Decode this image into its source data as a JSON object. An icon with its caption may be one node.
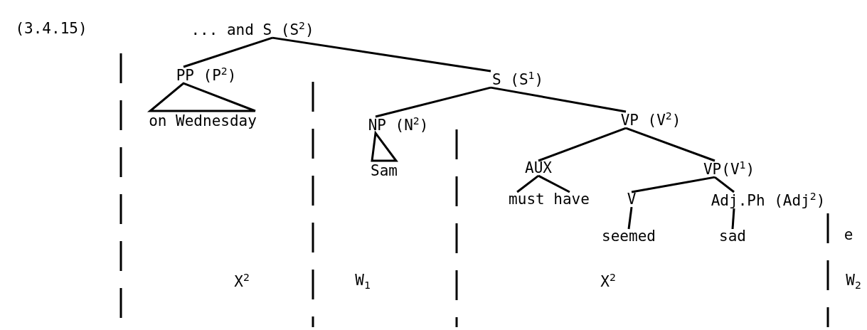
{
  "diagram": {
    "nodes": [
      {
        "text": [
          "... and S (S$^{2}$)"
        ]
      },
      {
        "text": [
          "PP (P$^{2}$)"
        ]
      },
      {
        "text": [
          "on Wednesday"
        ]
      },
      {
        "text": [
          "S (S$^{1}$)"
        ]
      },
      {
        "text": [
          "NP (N$^{2}$)"
        ]
      },
      {
        "text": [
          "Sam"
        ]
      },
      {
        "text": [
          "VP (V$^{2}$)"
        ]
      },
      {
        "text": [
          "AUX"
        ]
      },
      {
        "text": [
          "VP(V$^{1}$)"
        ]
      },
      {
        "text": [
          "must have"
        ]
      },
      {
        "text": [
          "V"
        ]
      },
      {
        "text": [
          "Adj.Ph (Adj$^{2}$)"
        ]
      },
      {
        "text": [
          "seemed"
        ]
      },
      {
        "text": [
          "sad"
        ]
      }
    ],
    "edges": [
      {
        "from": 0,
        "to": 1,
        "arrow": "none"
      },
      {
        "from": 0,
        "to": 3,
        "arrow": "none"
      },
      {
        "from": 1,
        "to": 2,
        "arrow": "none"
      },
      {
        "from": 3,
        "to": 4,
        "arrow": "none"
      },
      {
        "from": 3,
        "to": 6,
        "arrow": "none"
      },
      {
        "from": 4,
        "to": 5,
        "arrow": "none"
      },
      {
        "from": 6,
        "to": 7,
        "arrow": "none"
      },
      {
        "from": 6,
        "to": 8,
        "arrow": "none"
      },
      {
        "from": 7,
        "to": 9,
        "arrow": "none"
      },
      {
        "from": 8,
        "to": 10,
        "arrow": "none"
      },
      {
        "from": 8,
        "to": 11,
        "arrow": "none"
      },
      {
        "from": 10,
        "to": 12,
        "arrow": "none"
      },
      {
        "from": 11,
        "to": 13,
        "arrow": "none"
      }
    ],
    "labels": [
      "(3.4.15)",
      "e",
      "X$^{2}$",
      "W$_{1}$",
      "X$^{2}$",
      "W$_{2}$"
    ]
  }
}
